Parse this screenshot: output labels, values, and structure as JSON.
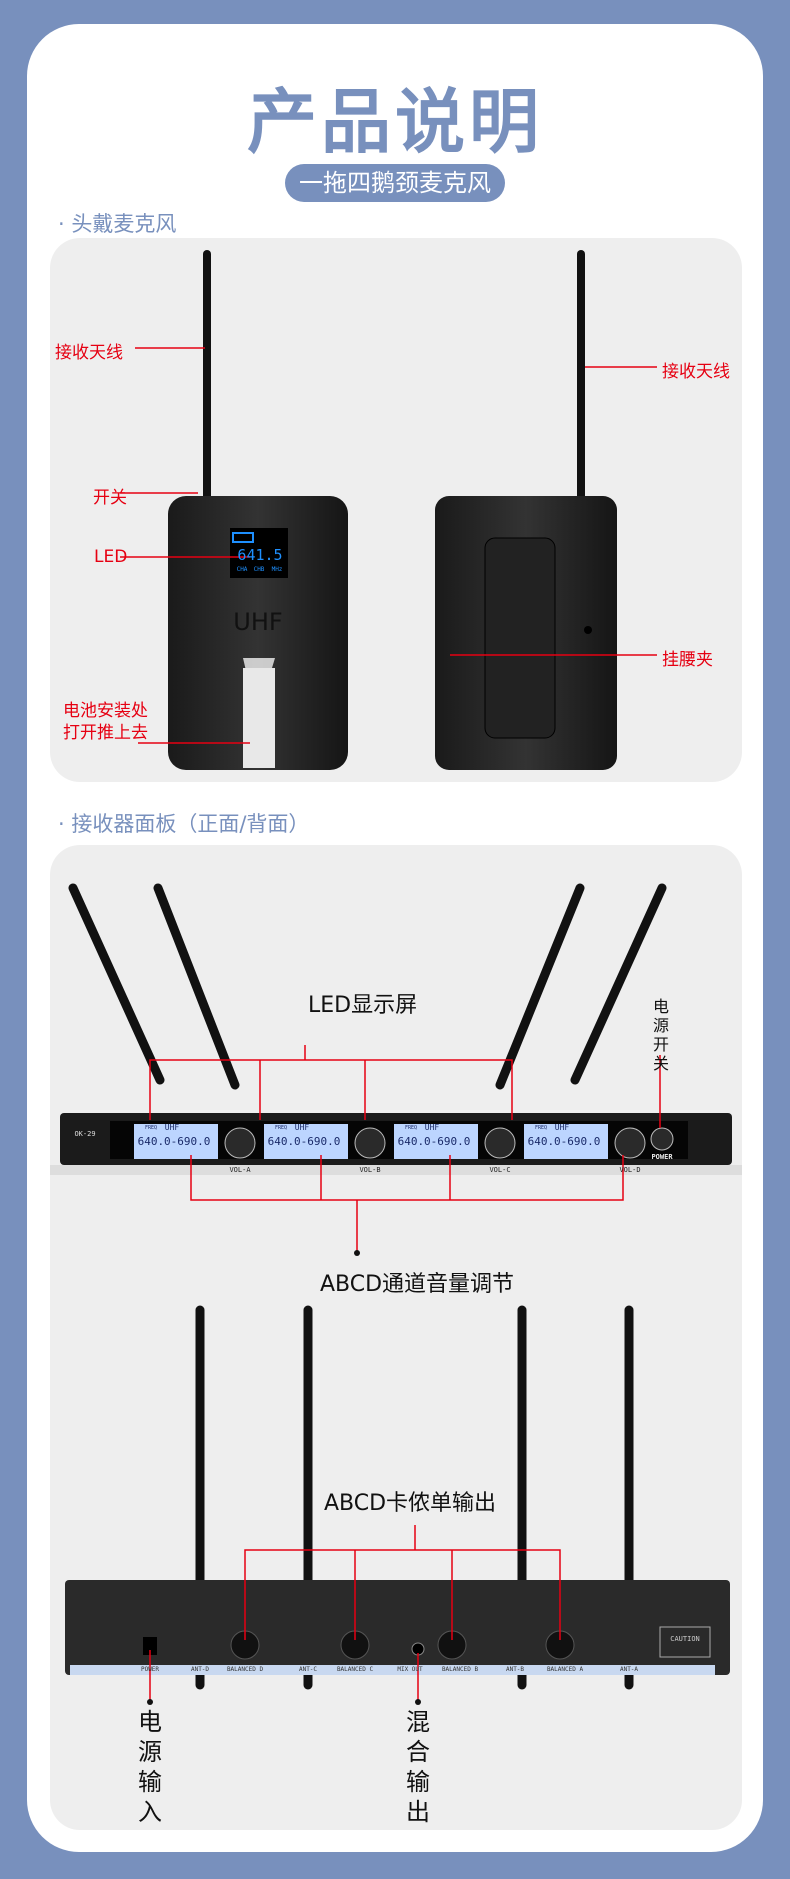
{
  "header": {
    "title": "产品说明",
    "subtitle": "一拖四鹅颈麦克风"
  },
  "section1": {
    "heading": "· 头戴麦克风",
    "labels": {
      "antenna_left": "接收天线",
      "switch": "开关",
      "led": "LED",
      "battery_line1": "电池安装处",
      "battery_line2": "打开推上去",
      "antenna_right": "接收天线",
      "belt_clip": "挂腰夹"
    },
    "display": {
      "freq": "641.5",
      "ch": [
        "CHA",
        "CHB",
        "MHz"
      ],
      "logo": "UHF"
    }
  },
  "section2": {
    "heading": "· 接收器面板（正面/背面）",
    "front": {
      "led_label": "LED显示屏",
      "power_switch": "电源开关",
      "volume_label": "ABCD通道音量调节",
      "lcd_text": "640.0-690.0",
      "lcd_band": "UHF",
      "lcd_freq": "FREQ",
      "knobs": [
        "VOL-A",
        "VOL-B",
        "VOL-C",
        "VOL-D"
      ],
      "power": "POWER",
      "model": "OK-29"
    },
    "rear": {
      "xlr_label": "ABCD卡侬单输出",
      "power_in": "电源输入",
      "mix_out": "混合输出",
      "ports": [
        "POWER",
        "ANT-D",
        "BALANCED D",
        "ANT-C",
        "BALANCED C",
        "MIX OUT",
        "BALANCED B",
        "ANT-B",
        "BALANCED A",
        "ANT-A"
      ],
      "caution": "CAUTION"
    }
  },
  "colors": {
    "accent": "#7890bd",
    "callout": "#e60012"
  }
}
